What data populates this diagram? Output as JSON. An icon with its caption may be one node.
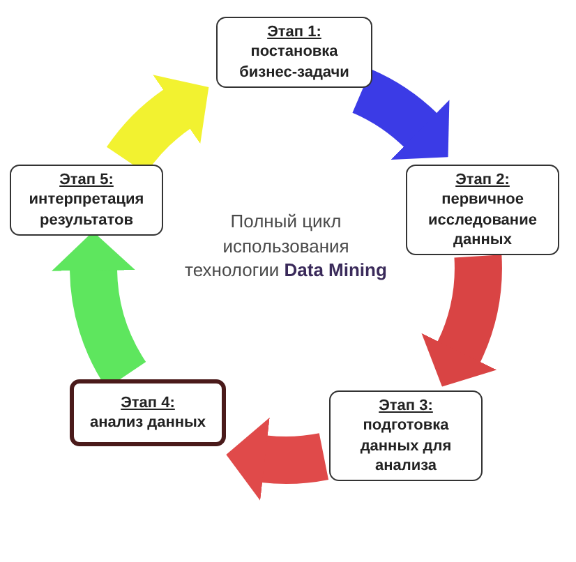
{
  "diagram": {
    "nodes": [
      {
        "text": [
          "Этап 1:",
          "постановка бизнес-задачи"
        ]
      },
      {
        "text": [
          "Этап 2:",
          "первичное исследование данных"
        ]
      },
      {
        "text": [
          "Этап 3:",
          "подготовка данных для анализа"
        ]
      },
      {
        "text": [
          "Этап 4:",
          "анализ данных"
        ]
      },
      {
        "text": [
          "Этап 5:",
          "интерпретация результатов"
        ]
      }
    ],
    "edges": [
      {
        "from": 0,
        "to": 1,
        "arrow": "to",
        "color": "#3b3be6"
      },
      {
        "from": 1,
        "to": 2,
        "arrow": "to",
        "color": "#d94444"
      },
      {
        "from": 2,
        "to": 3,
        "arrow": "to",
        "color": "#e04a4a"
      },
      {
        "from": 3,
        "to": 4,
        "arrow": "to",
        "color": "#5ee65e"
      },
      {
        "from": 4,
        "to": 0,
        "arrow": "to",
        "color": "#f2f230"
      }
    ],
    "labels": [
      "Полный цикл использования технологии **Data Mining**"
    ]
  }
}
